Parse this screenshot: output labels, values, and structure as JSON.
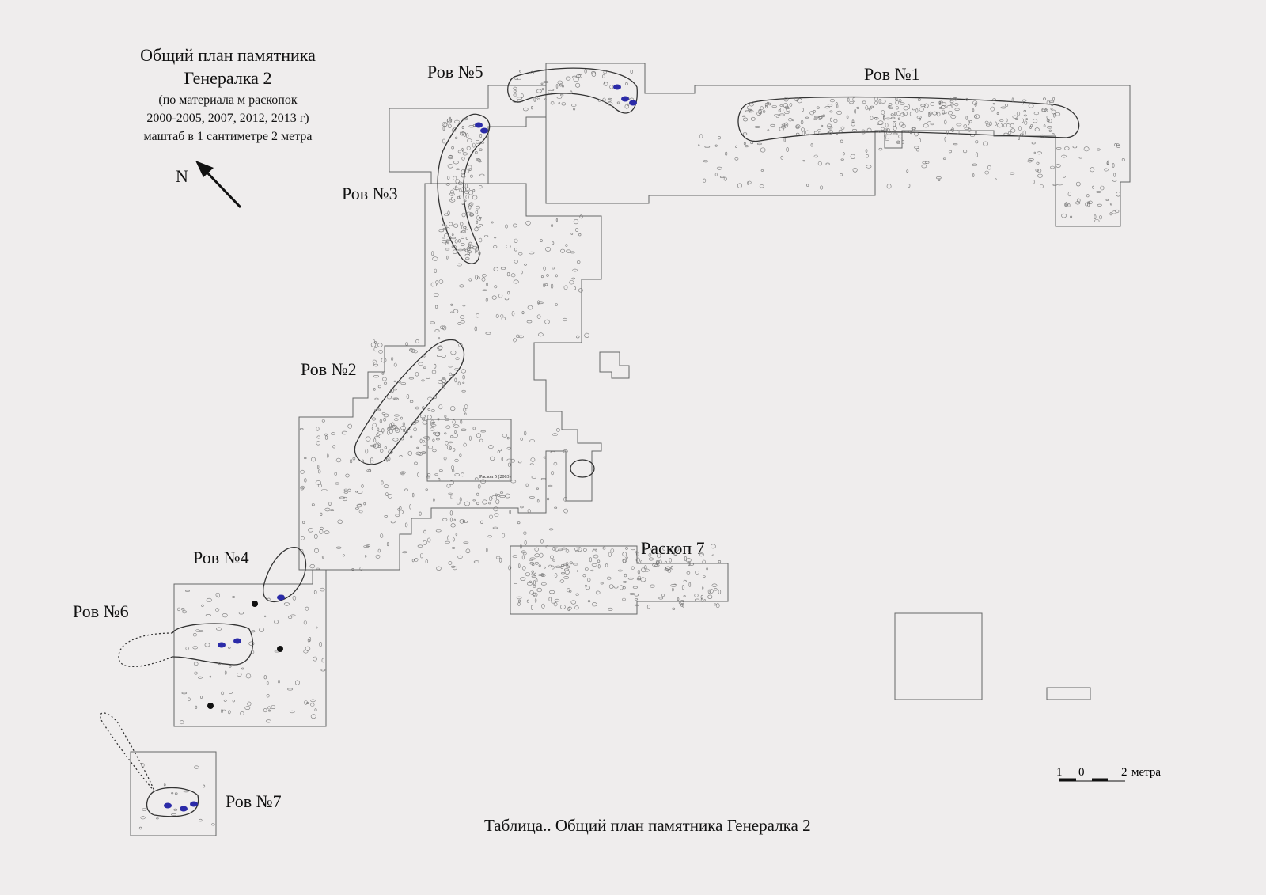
{
  "title": {
    "line1": "Общий план памятника",
    "line2": "Генералка 2",
    "line3": "(по материала м раскопок",
    "line4": "2000-2005, 2007, 2012, 2013 г)",
    "line5": "маштаб в 1 сантиметре 2 метра"
  },
  "north": {
    "label": "N",
    "icon": "north-arrow-icon"
  },
  "ditches": {
    "rov1": "Ров №1",
    "rov2": "Ров №2",
    "rov3": "Ров №3",
    "rov4": "Ров №4",
    "rov5": "Ров №5",
    "rov6": "Ров №6",
    "rov7": "Ров №7"
  },
  "excavations": {
    "raskop7": "Раскоп 7",
    "raskop5": "Раскоп 5 (2003)"
  },
  "scale_bar": {
    "left": "1",
    "zero": "0",
    "right": "2",
    "unit": "метра"
  },
  "caption": "Таблица.. Общий план памятника Генералка 2",
  "colors": {
    "background": "#efeded",
    "outline": "#666666",
    "finds_blue": "#2b2ba8",
    "finds_red": "#c05070"
  }
}
